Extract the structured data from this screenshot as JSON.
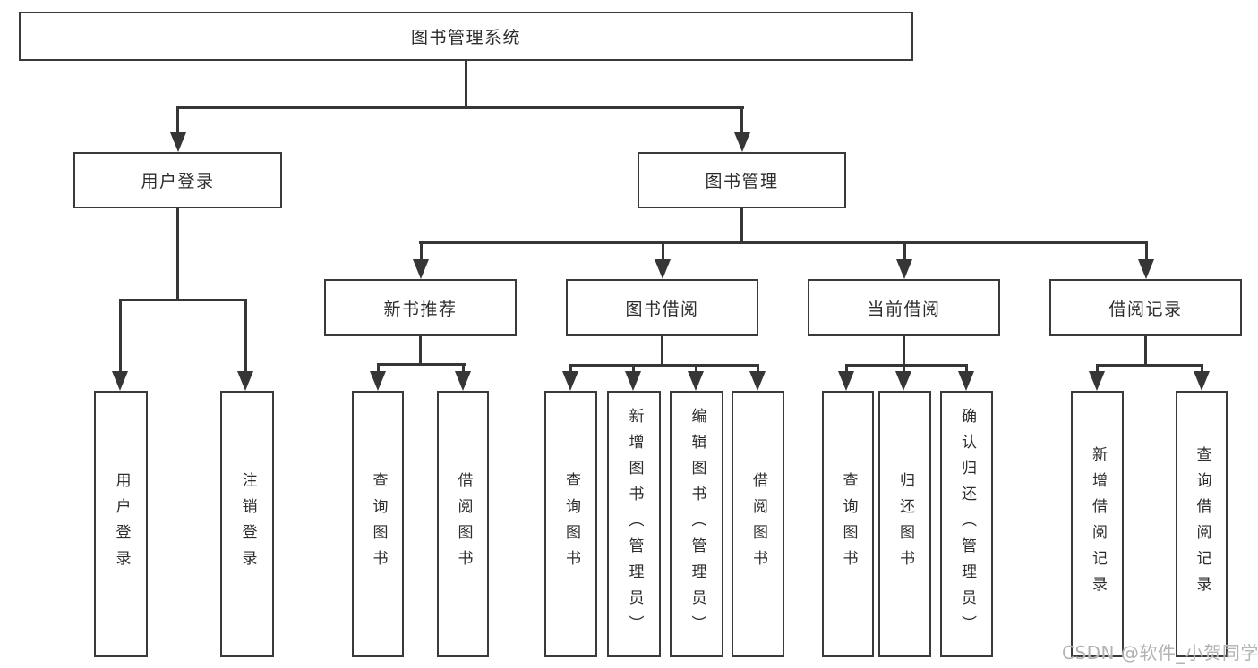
{
  "diagram": {
    "root": "图书管理系统",
    "level2": [
      "用户登录",
      "图书管理"
    ],
    "level3": [
      "新书推荐",
      "图书借阅",
      "当前借阅",
      "借阅记录"
    ],
    "leaves_user": [
      "用户登录",
      "注销登录"
    ],
    "leaves_newbook": [
      "查询图书",
      "借阅图书"
    ],
    "leaves_borrow": [
      "查询图书",
      "新增图书（管理员）",
      "编辑图书（管理员）",
      "借阅图书"
    ],
    "leaves_current": [
      "查询图书",
      "归还图书",
      "确认归还（管理员）"
    ],
    "leaves_records": [
      "新增借阅记录",
      "查询借阅记录"
    ]
  },
  "watermark": "CSDN @软件_小贺同学",
  "colors": {
    "box_border": "#3a3a3a",
    "connector": "#363636",
    "text": "#2d2d2d",
    "background": "#ffffff",
    "watermark_text": "#b2b2b2"
  }
}
